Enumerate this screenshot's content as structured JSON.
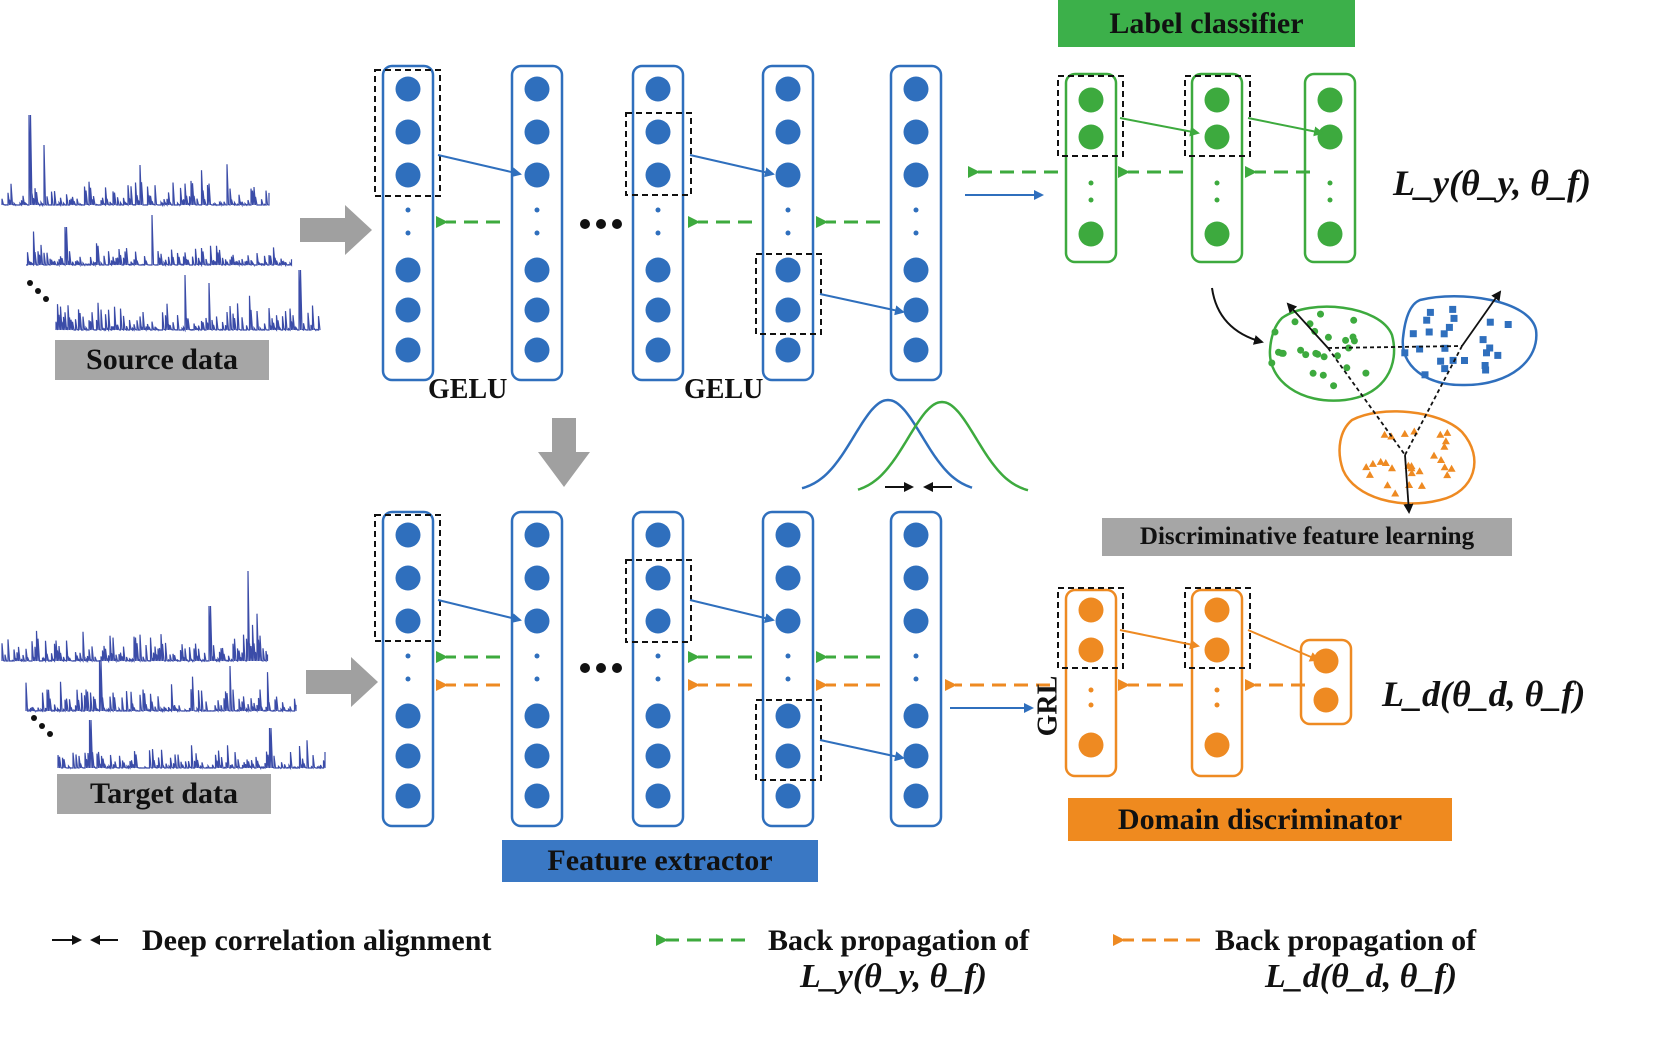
{
  "labels": {
    "label_classifier": "Label classifier",
    "source_data": "Source data",
    "target_data": "Target data",
    "feature_extractor": "Feature extractor",
    "domain_discriminator": "Domain discriminator",
    "discriminative_feature_learning": "Discriminative feature learning",
    "gelu_1": "GELU",
    "gelu_2": "GELU",
    "grl": "GRL",
    "ly_loss": "L_y(θ_y, θ_f)",
    "ld_loss": "L_d(θ_d, θ_f)"
  },
  "legend": {
    "coral": "Deep correlation alignment",
    "back_green_line1": "Back propagation of",
    "back_green_line2": "L_y(θ_y, θ_f)",
    "back_orange_line1": "Back propagation of",
    "back_orange_line2": "L_d(θ_d, θ_f)"
  },
  "colors": {
    "blue": "#2f6fbd",
    "green": "#3daa3e",
    "orange": "#ee8a22",
    "label_classifier_bg": "#3cb04a",
    "feature_extractor_bg": "#3a78c4",
    "domain_discriminator_bg": "#ef8a1f",
    "gray_tag": "#a6a6a6",
    "gray_arrow": "#a0a0a0",
    "signal": "#3b4ca8"
  }
}
